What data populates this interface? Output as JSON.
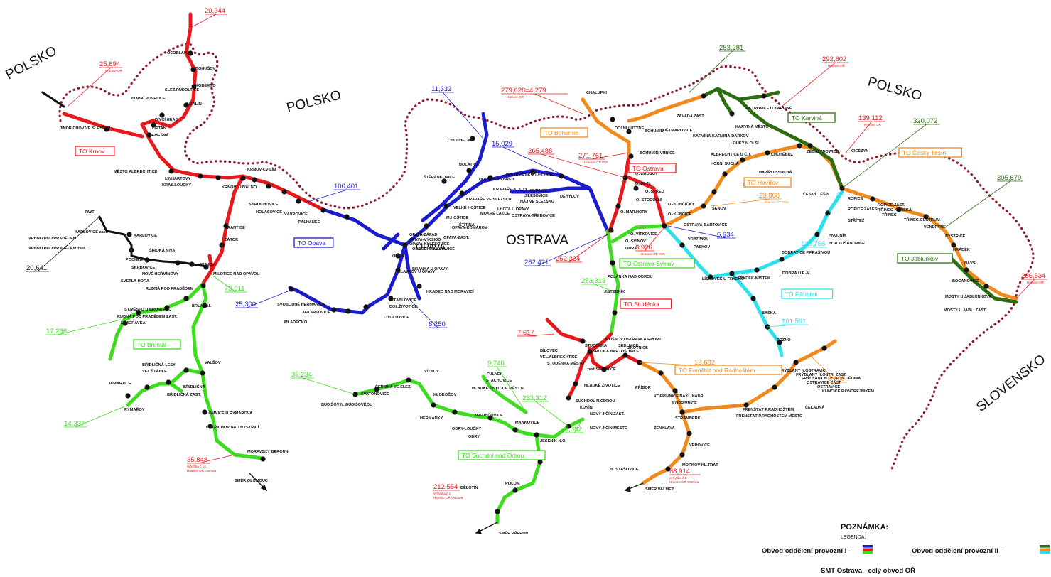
{
  "countries": [
    "POLSKO",
    "POLSKO",
    "POLSKO",
    "SLOVENSKO"
  ],
  "city": "OSTRAVA",
  "opava_label": "OPAVA",
  "colors": {
    "red": "#e8191c",
    "blue": "#1c1ccc",
    "green": "#3ddc1f",
    "orange": "#f08a1c",
    "darkgreen": "#2e6e12",
    "cyan": "#2ee0ee",
    "border": "#8b1a2a"
  },
  "areas": [
    {
      "label": "TO Krnov",
      "color": "#e8191c"
    },
    {
      "label": "TO Opava",
      "color": "#1c1ccc"
    },
    {
      "label": "TO Bruntál",
      "color": "#3ddc1f"
    },
    {
      "label": "TO Bohumín",
      "color": "#f08a1c"
    },
    {
      "label": "TO Ostrava",
      "color": "#e8191c"
    },
    {
      "label": "TO Ostrava Svinov",
      "color": "#3ddc1f"
    },
    {
      "label": "TO Havířov",
      "color": "#f08a1c"
    },
    {
      "label": "TO Karviná",
      "color": "#2e6e12"
    },
    {
      "label": "TO Český Těšín",
      "color": "#f08a1c"
    },
    {
      "label": "TO Jablunkov",
      "color": "#2e6e12"
    },
    {
      "label": "TO F.Místek",
      "color": "#2ee0ee"
    },
    {
      "label": "TO Studénka",
      "color": "#e8191c"
    },
    {
      "label": "TO Frenštát pod Radhoštěm",
      "color": "#f08a1c"
    },
    {
      "label": "TO Suchdol nad Odrou",
      "color": "#3ddc1f"
    }
  ],
  "kms": [
    {
      "value": "20,344",
      "sub": ""
    },
    {
      "value": "25,694",
      "sub": "Hranice OŘ"
    },
    {
      "value": "11,332",
      "sub": ""
    },
    {
      "value": "279,628=4,279",
      "sub": "Hranice OŘ"
    },
    {
      "value": "283,281",
      "sub": ""
    },
    {
      "value": "292,602",
      "sub": "Hranice OŘ"
    },
    {
      "value": "139,112",
      "sub": "Hranice OŘ"
    },
    {
      "value": "320,072",
      "sub": ""
    },
    {
      "value": "305,679",
      "sub": ""
    },
    {
      "value": "15,029",
      "sub": ""
    },
    {
      "value": "265,488",
      "sub": ""
    },
    {
      "value": "271,761",
      "sub": "Hranice ČT-OVA"
    },
    {
      "value": "100,401",
      "sub": ""
    },
    {
      "value": "23,868",
      "sub": "Hranice ČT-OVA"
    },
    {
      "value": "6,934",
      "sub": ""
    },
    {
      "value": "136,756",
      "sub": ""
    },
    {
      "value": "8,926",
      "sub": "Hranice ČT-OVA"
    },
    {
      "value": "262,324",
      "sub": ""
    },
    {
      "value": "262,421",
      "sub": ""
    },
    {
      "value": "20,641",
      "sub": ""
    },
    {
      "value": "73,011",
      "sub": ""
    },
    {
      "value": "253,313",
      "sub": ""
    },
    {
      "value": "25,300",
      "sub": ""
    },
    {
      "value": "8,250",
      "sub": ""
    },
    {
      "value": "17,266",
      "sub": ""
    },
    {
      "value": "7,617",
      "sub": ""
    },
    {
      "value": "101,591",
      "sub": ""
    },
    {
      "value": "286,534",
      "sub": "Hranice OŘ"
    },
    {
      "value": "39,234",
      "sub": ""
    },
    {
      "value": "9,740",
      "sub": ""
    },
    {
      "value": "13,682",
      "sub": "Hranice ČT-OVA"
    },
    {
      "value": "233,312",
      "sub": ""
    },
    {
      "value": "6,390",
      "sub": ""
    },
    {
      "value": "14,337",
      "sub": ""
    },
    {
      "value": "6,382",
      "sub": ""
    },
    {
      "value": "35,848",
      "sub": "výhybka č.14 Hranice OŘ Ostrava"
    },
    {
      "value": "68,914",
      "sub": "výhybka č.8 Hranice OŘ Ostrava"
    },
    {
      "value": "212,554",
      "sub": "výhybka č.1 Hranice OŘ Ostrava"
    }
  ],
  "directions": [
    "SMĚR OLOMOUC",
    "SMĚR PŘEROV",
    "SMĚR VALMEZ"
  ],
  "stations": [
    "OSOBLAHA",
    "BOHUŠOV",
    "KOBERNO",
    "SLEZ.RUDOLTICE",
    "AMALÍN",
    "HORNÍ POVELICE",
    "DÍVČÍ HRAD",
    "LIPTAŇ",
    "TŘEMEŠNÁ",
    "JINDŘICHOV VE SLEZSKU",
    "MĚSTO ALBRECHTICE",
    "LINHARTOVY",
    "KRÁS.LOUČKY",
    "KRNOV",
    "KRNOV-CVILÍN",
    "ÚVALNO",
    "SKROCHOVICE",
    "HOLASOVICE",
    "VÁVROVICE",
    "PALHANEC",
    "BRANTICE",
    "ZÁTOR",
    "KARLOVICE",
    "KARLOVICE zast.",
    "VRBNO POD PRADĚDEM",
    "VRBNO POD PRADĚDEM zast.",
    "ŠIROKÁ NIVA",
    "POCHEŇ",
    "SKRBOVICE",
    "NOVÉ HEŘMÍNOVY",
    "KUNOV",
    "MILOTICE NAD OPAVOU",
    "SVĚTLÁ HORA",
    "RUDNÁ POD PRADĚDEM",
    "BRUNTÁL",
    "ST.MĚSTO U BRUNTÁLU",
    "RUDNÁ POD PRADĚDEM ZAST.",
    "M.MORAVKA",
    "BŘIDLIČNÁ LESY",
    "VALŠOV",
    "VEL.ŠTÁHLE",
    "JAMARTICE",
    "BŘIDLIČNÁ",
    "BŘIDLIČNÁ ZAST.",
    "RÝMAŘOV",
    "LOMNICE U RÝMAŘOVA",
    "DĚTŘICHOV NAD BYSTŘICÍ",
    "MORAVSKÝ BEROUN",
    "CHUCHELNÁ",
    "BOLATICE",
    "ŠTĚPÁNKOVICE",
    "DOLNÍ B.-ZÁBŘEH",
    "DOLNÍ BENEŠOV",
    "HLUČÍN",
    "KRAVAŘE-KOUTY",
    "KOZMICE",
    "KRAVAŘE VE SLEZSKU",
    "JILEŠOVICE",
    "DĚHYLOV",
    "HÁJ VE SLEZSKU",
    "VELKÉ HOŠTICE",
    "LHOTA U OPAVY",
    "MOKRÉ LAZCE",
    "M.HOŠTICE",
    "ŠTÍTINA",
    "OSTRAVA-TŘEBOVICE",
    "OPAVA-KOMÁROV",
    "OPAVA-ZÁPAD",
    "OPAVA-VÝCHOD",
    "OPAVA-KYLEŠOVICE",
    "ODBOČKA MORAVICE",
    "OPAVA-ZAST.",
    "OTICE",
    "SLAVKOV U OPAVY",
    "BRANKA U OPAVY",
    "HRADEC NAD MORAVICÍ",
    "ŠTÁBLOVICE",
    "DOL.ŽIVOTICE",
    "LITULTOVICE",
    "MLADECKO",
    "JAKARTOVICE",
    "SVOBODNÉ HEŘMANICE",
    "CHALUPKI",
    "DOLNÍ LUTYNĚ",
    "BOHUMÍN",
    "BOHUMÍN-VRBICE",
    "DĚTMAROVICE",
    "ZÁVADA ZAST.",
    "PETROVICE U KARVINÉ",
    "KARVINÁ MĚSTO",
    "KARVINÁ",
    "KARVINÁ-DARKOV",
    "LOUKY N.OLŠÍ",
    "ZEBRZYDOWICE",
    "CIESZYN",
    "ALBRECHTICE U Č.T.",
    "CHOTĚBUZ",
    "HORNÍ SUCHÁ",
    "HAVÍŘOV-SUCHÁ",
    "HAVÍŘOV",
    "ŠENOV",
    "ČESKÝ TĚŠÍN",
    "ROPICE ZAST.",
    "TŘINEC-KONSKÁ",
    "TŘINEC",
    "TŘINEC-CENTRUM",
    "VENDRYNĚ",
    "BYSTŘICE",
    "HRÁDEK",
    "NÁVSÍ",
    "BOCANOVICE",
    "MOSTY U JABLUNKOVA",
    "MOSTY U JABL. ZAST.",
    "ROPICE",
    "ROPICE ZÁLESÍ",
    "STŘÍTEŽ",
    "HNOJNÍK",
    "HOR.TOŠANOVICE",
    "DOBRATICE P.PRAŠIVOU",
    "DOBRÁ U F.-M.",
    "FRÝDEK-MÍSTEK",
    "BAŠKA",
    "PRŽNO",
    "FRÝDLANT N.OSTRAVICÍ",
    "FRÝDLANT N.OSTR. ZAST.",
    "FRÝDLANT N.OSTR.-N.DĚDINA",
    "OSTRAVICE ZAST.",
    "OSTRAVICE",
    "ČELADNÁ",
    "KUNČICE P.ONDŘEJNÍKEM",
    "O.-HRUŠOV",
    "O.-HL.N.",
    "O.-STŘED",
    "O.-STODOLNÍ",
    "O.-MAR.HORY",
    "O.-KUNČIČKY",
    "O.-KUNČICE",
    "OSTRAVA-BARTOVICE",
    "O.-SVINOV",
    "O.-VÍTKOVICE",
    "ODRA",
    "VRATIMOV",
    "PASKOV",
    "LÍSKOVEC U FRÝDKU",
    "POLANKA NAD ODROU",
    "JISTEBNÍK",
    "BÍLOVEC",
    "VEL.ALBRECHTICE",
    "STUDÉNKA MĚSTO",
    "STUDÉNKA",
    "SPOJKA BARTOŠOVICE",
    "MOŠNOV,OSTRAVA AIRPORT",
    "SEDLNICE",
    "zast.SEDLNICE",
    "SKOTNICE",
    "PŘÍBOR",
    "KOPŘIVNICE NÁKL.NÁDR.",
    "KOPŘIVNICE",
    "ŠTRAMBERK",
    "ŽENKLAVA",
    "FRENŠTÁT P.RADHOŠTĚM",
    "FRENŠTÁT P.RADHOŠTĚM MĚSTO",
    "VEŘOVICE",
    "MOŘKOV HL.TRAŤ",
    "HOSTAŠOVICE",
    "HLADKÉ ŽIVOTICE",
    "SUCHDOL N.ODROU",
    "KUNÍN",
    "NOVÝ JIČÍN ZAST.",
    "NOVÝ JIČÍN MĚSTO",
    "JESENÍK N.O.",
    "FULNEK",
    "STACHOVICE",
    "HLADKÉ ŽIVOTICE MĚST.N.",
    "VÍTKOV",
    "ČERMNÁ VE SLEZ.",
    "SVATOŇOVICE",
    "BUDIŠOV N. BUDIŠOVKOU",
    "KLOKOČOV",
    "JAKUBČOVICE",
    "HEŘMÁNKY",
    "ODRY-LOUČKY",
    "ODRY",
    "MANKOVICE",
    "POLOM",
    "BĚLOTÍN",
    "RWT"
  ],
  "legend": {
    "heading": "POZNÁMKA:",
    "subheading": "LEGENDA:",
    "row1": "Obvod oddělení provozní I -",
    "row1_colors": [
      "#1c1ccc",
      "#e8191c",
      "#3ddc1f"
    ],
    "row2": "Obvod oddělení provozní II -",
    "row2_colors": [
      "#2e6e12",
      "#f08a1c",
      "#2ee0ee"
    ],
    "row3": "SMT Ostrava - celý obvod OŘ"
  }
}
